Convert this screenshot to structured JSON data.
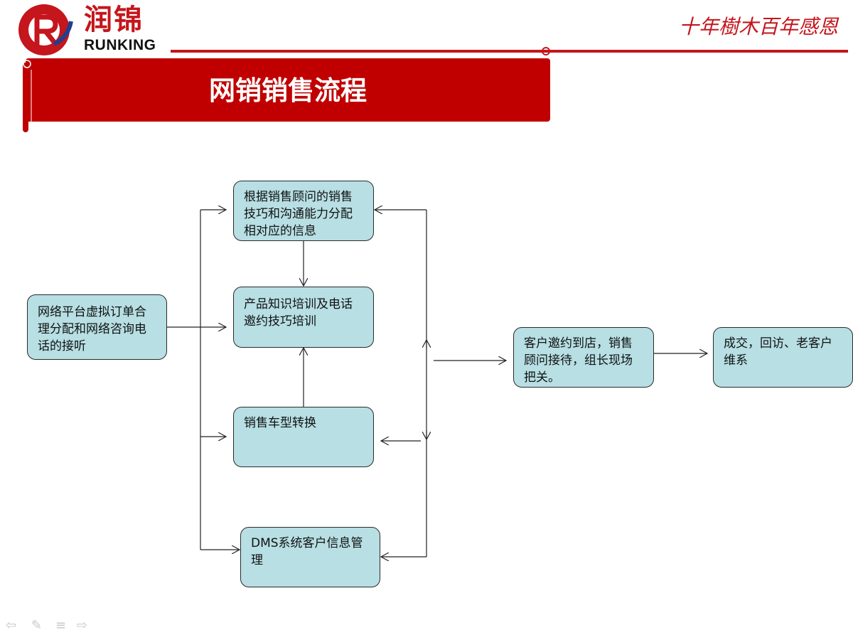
{
  "header": {
    "logo_cn": "润锦",
    "logo_en": "RUNKING",
    "slogan": "十年樹木百年感恩"
  },
  "banner": {
    "title": "网销销售流程"
  },
  "diagram": {
    "nodes": {
      "source": "网络平台虚拟订单合理分配和网络咨询电话的接听",
      "assign": "根据销售顾问的销售技巧和沟通能力分配相对应的信息",
      "training": "产品知识培训及电话邀约技巧培训",
      "convert": "销售车型转换",
      "dms": "DMS系统客户信息管理",
      "visit": "客户邀约到店，销售顾问接待，组长现场把关。",
      "deal": "成交，回访、老客户维系"
    }
  },
  "colors": {
    "brand_red": "#c4161c",
    "banner_red": "#c00000",
    "box_fill": "#b7dfe4"
  },
  "nav_icons": [
    "arrow-left-icon",
    "pen-icon",
    "menu-icon",
    "arrow-right-icon"
  ]
}
